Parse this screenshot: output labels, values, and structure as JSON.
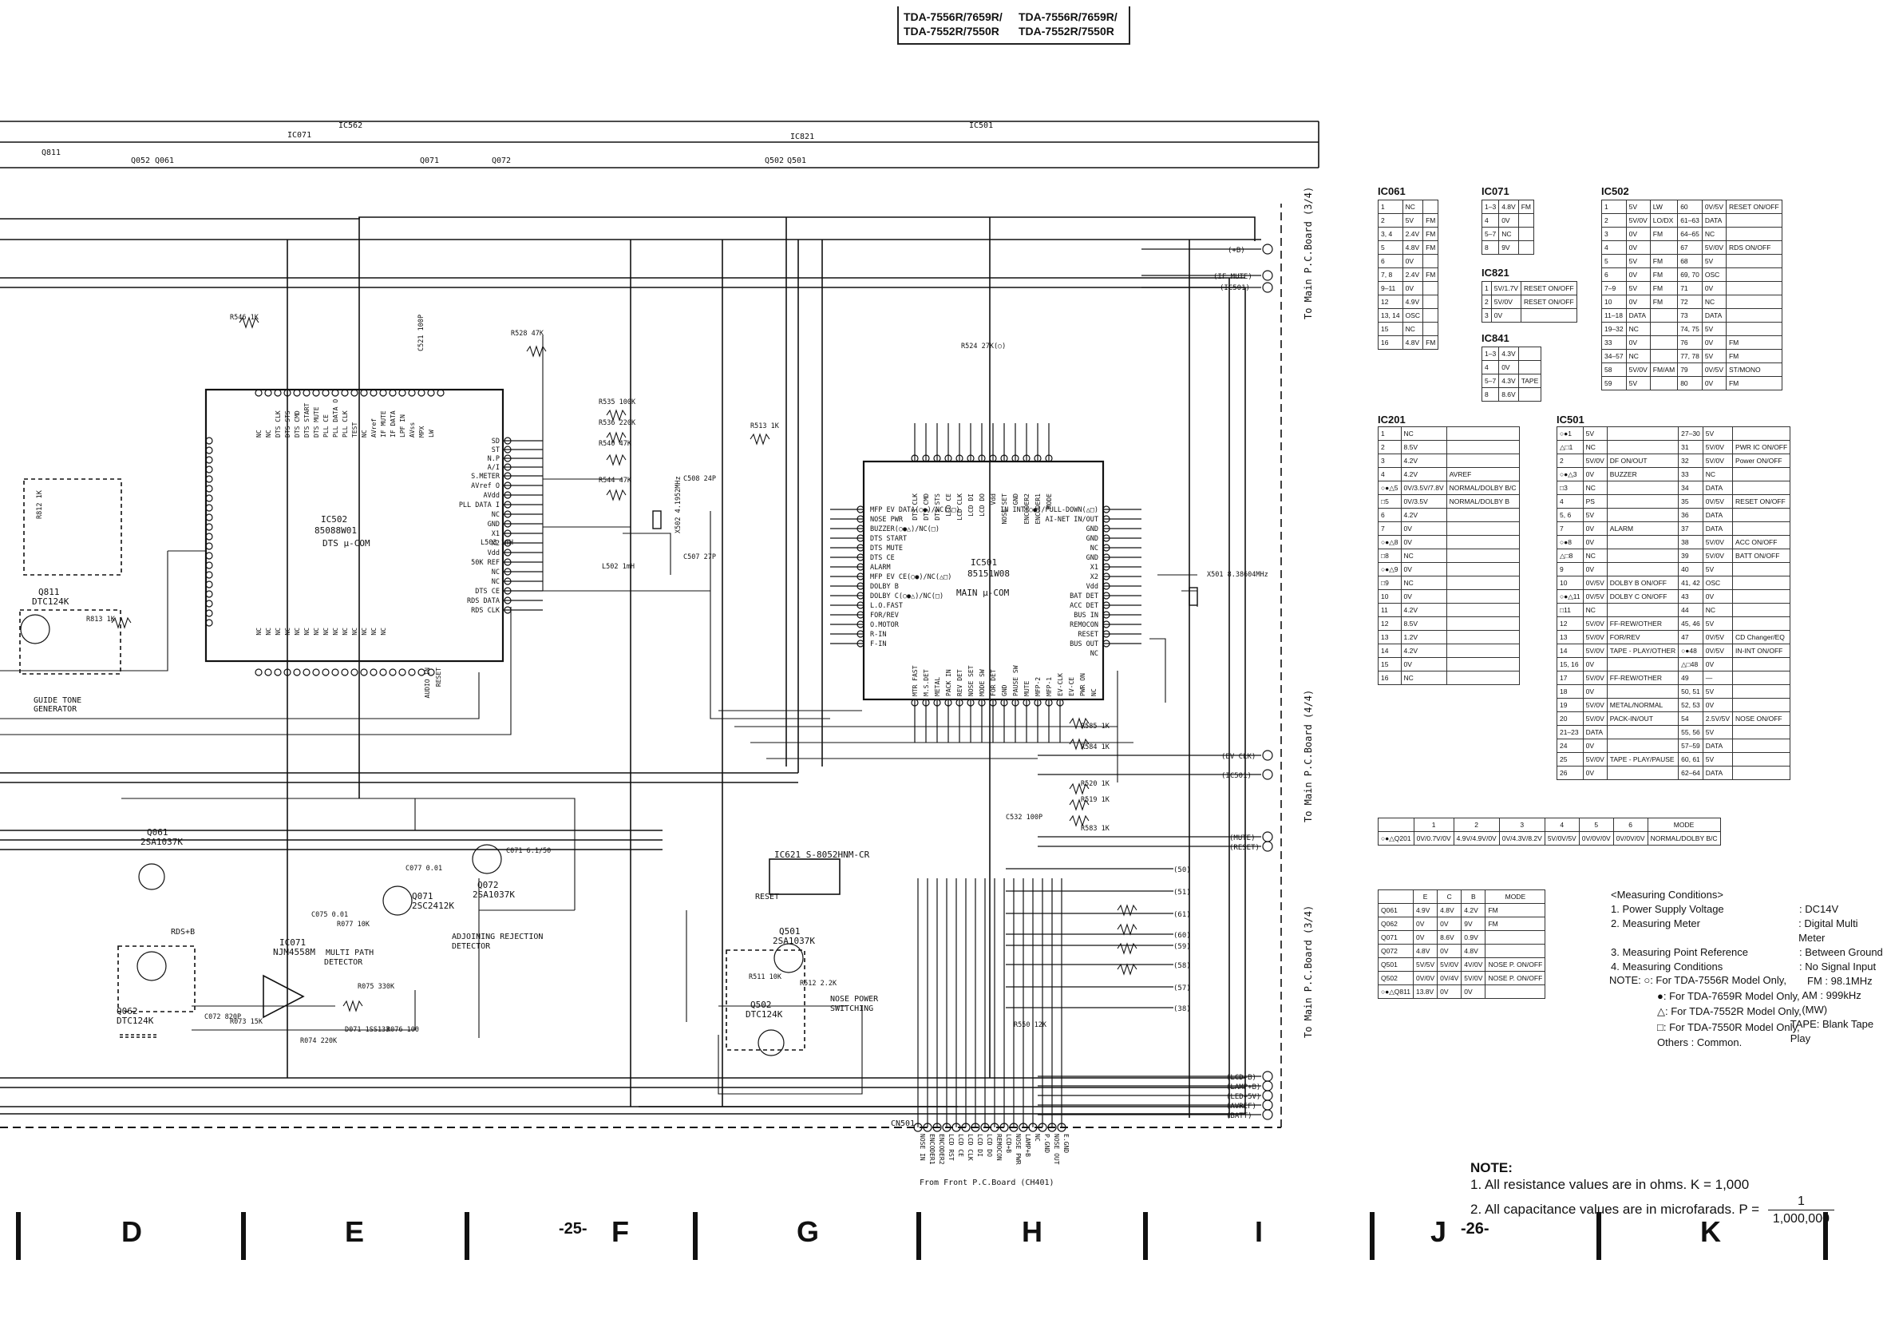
{
  "header": {
    "models_left": [
      "TDA-7556R/7659R/",
      "TDA-7552R/7550R"
    ],
    "models_right": [
      "TDA-7556R/7659R/",
      "TDA-7552R/7550R"
    ]
  },
  "schematic": {
    "ic_labels": {
      "ic502": [
        "IC502",
        "85088W01",
        "DTS μ-COM"
      ],
      "ic501": [
        "IC501",
        "85151W08",
        "MAIN μ-COM"
      ],
      "ic621": "IC621 S-8052HNM-CR",
      "ic071": [
        "IC071",
        "NJM4558M"
      ],
      "q811": [
        "Q811",
        "DTC124K"
      ],
      "q061": [
        "Q061",
        "2SA1037K"
      ],
      "q062": [
        "Q062",
        "DTC124K"
      ],
      "q071": [
        "Q071",
        "2SC2412K"
      ],
      "q072": [
        "Q072",
        "2SA1037K"
      ],
      "q501": [
        "Q501",
        "2SA1037K"
      ],
      "q502": [
        "Q502",
        "DTC124K"
      ],
      "cn501": "CN501"
    },
    "boxes": {
      "guide_tone": [
        "GUIDE TONE",
        "GENERATOR"
      ],
      "adjoining": [
        "ADJOINING REJECTION",
        "DETECTOR"
      ],
      "multipath": [
        "MULTI PATH",
        "DETECTOR"
      ],
      "nose_power": [
        "NOSE POWER",
        "SWITCHING"
      ],
      "reset": "RESET",
      "rds_b": "RDS+B"
    },
    "top_refs": [
      "IC562",
      "IC821",
      "IC501",
      "IC071",
      "Q811",
      "Q052",
      "Q061",
      "Q071",
      "Q072",
      "Q502",
      "Q501"
    ],
    "ic502_pins_right": [
      "SD",
      "ST",
      "N.P",
      "A/I",
      "S.METER",
      "AVref O",
      "AVdd",
      "PLL DATA I",
      "NC",
      "GND",
      "X1",
      "X2",
      "Vdd",
      "50K REF",
      "NC",
      "NC",
      "DTS CE",
      "RDS DATA",
      "RDS CLK"
    ],
    "ic502_pins_top": [
      "NC",
      "NC",
      "DTS CLK",
      "DTS STS",
      "DTS CMD",
      "DTS START",
      "DTS MUTE",
      "PLL CE",
      "PLL DATA O",
      "PLL CLK",
      "TEST",
      "NC",
      "AVref",
      "IF MUTE",
      "IF DATA",
      "LPF IN",
      "AVss",
      "MPX",
      "LW"
    ],
    "ic502_pins_bottom": [
      "NC",
      "NC",
      "NC",
      "NC",
      "NC",
      "NC",
      "NC",
      "NC",
      "NC",
      "NC",
      "NC",
      "NC",
      "NC",
      "NC",
      "AUDIO IN",
      "RESET"
    ],
    "ic501_pins_left": [
      "MFP EV DATA(○●)/NC(△□)",
      "NOSE PWR",
      "BUZZER(○●△)/NC(□)",
      "DTS START",
      "DTS MUTE",
      "DTS CE",
      "ALARM",
      "MFP EV CE(○●)/NC(△□)",
      "DOLBY B",
      "DOLBY C(○●△)/NC(□)",
      "L.O.FAST",
      "FOR/REV",
      "O.MOTOR",
      "R-IN",
      "F-IN"
    ],
    "ic501_pins_right": [
      "IN INT(○●)/PULL-DOWN(△□)",
      "AI-NET IN/OUT",
      "GND",
      "GND",
      "NC",
      "GND",
      "X1",
      "X2",
      "Vdd",
      "BAT DET",
      "ACC DET",
      "BUS IN",
      "REMOCON",
      "RESET",
      "BUS OUT",
      "NC"
    ],
    "ic501_pins_top": [
      "DTS CLK",
      "DTS CMD",
      "DTS STS",
      "LCD CE",
      "LCD CLK",
      "LCD DI",
      "LCD DO",
      "Vdd",
      "NOSE SET",
      "GND",
      "ENCODER2",
      "ENCODER1",
      "MODE"
    ],
    "ic501_pins_bottom": [
      "MTR FAST",
      "M.S.DET",
      "METAL",
      "PACK IN",
      "REV DET",
      "NOSE SET",
      "MODE SW",
      "FOR DET",
      "GND",
      "PAUSE SW",
      "MUTE",
      "MFP-2",
      "MFP-1",
      "EV-CLK",
      "EV-CE",
      "PWR ON",
      "NC"
    ],
    "cn501_pins": [
      "NOSE IN",
      "ENCODER1",
      "ENCODER2",
      "LCD RST",
      "LCD CE",
      "LCD CLK",
      "LCD DI",
      "LCD DO",
      "REMOCON",
      "LCD+B",
      "NOSE PWR",
      "LAMP+B",
      "NC",
      "P.GND",
      "NOSE OUT",
      "E.GND"
    ],
    "right_connectors": {
      "group1": [
        "(+B)",
        "(IF MUTE)",
        "(IC501)"
      ],
      "group2": [
        "(EV CLK)",
        "(IC501)"
      ],
      "group3": [
        "(MUTE)",
        "(RESET)"
      ],
      "group4": [
        "(50)",
        "(51)",
        "(61)",
        "(60)",
        "(59)",
        "(58)",
        "(57)",
        "(38)"
      ],
      "group5": [
        "(LCD+B)",
        "(LAMP+B)",
        "(LED+5V)",
        "(AVREF)",
        "(BATT)"
      ]
    },
    "side_labels": [
      "To Main P.C.Board (3/4)",
      "To Main P.C.Board (4/4)",
      "To Main P.C.Board (3/4)"
    ],
    "bottom_label": "From Front P.C.Board (CH401)",
    "resistors_misc": [
      "R546 1K",
      "R528 47K",
      "R535 100K",
      "R536 220K",
      "R540 47K",
      "R544 47K",
      "R513 1K",
      "C508 24P",
      "X502 4.1952MHz",
      "C507 27P",
      "L502 1mH",
      "L503 1mH",
      "R524 27K(○)",
      "X501 8.38604MHz",
      "C532 100P",
      "R585 1K",
      "R584 1K",
      "R520 1K",
      "R519 1K",
      "R583 1K",
      "C532 100P",
      "R550 12K",
      "C071 6.1/50",
      "C077 0.01",
      "C075 0.01",
      "R077 10K",
      "R075 330K",
      "D071 1SS133",
      "R076 100",
      "R074 220K",
      "C072 820P",
      "R073 15K",
      "R511 10K",
      "R512 2.2K",
      "C521 100P",
      "R813 1K",
      "R812 1K"
    ]
  },
  "tables": {
    "ic061": {
      "title": "IC061",
      "rows": [
        [
          "1",
          "NC",
          ""
        ],
        [
          "2",
          "5V",
          "FM"
        ],
        [
          "3, 4",
          "2.4V",
          "FM"
        ],
        [
          "5",
          "4.8V",
          "FM"
        ],
        [
          "6",
          "0V",
          ""
        ],
        [
          "7, 8",
          "2.4V",
          "FM"
        ],
        [
          "9–11",
          "0V",
          ""
        ],
        [
          "12",
          "4.9V",
          ""
        ],
        [
          "13, 14",
          "OSC",
          ""
        ],
        [
          "15",
          "NC",
          ""
        ],
        [
          "16",
          "4.8V",
          "FM"
        ]
      ]
    },
    "ic071": {
      "title": "IC071",
      "rows": [
        [
          "1–3",
          "4.8V",
          "FM"
        ],
        [
          "4",
          "0V",
          ""
        ],
        [
          "5–7",
          "NC",
          ""
        ],
        [
          "8",
          "9V",
          ""
        ]
      ]
    },
    "ic821": {
      "title": "IC821",
      "rows": [
        [
          "1",
          "5V/1.7V",
          "RESET ON/OFF"
        ],
        [
          "2",
          "5V/0V",
          "RESET ON/OFF"
        ],
        [
          "3",
          "0V",
          ""
        ]
      ]
    },
    "ic841": {
      "title": "IC841",
      "rows": [
        [
          "1–3",
          "4.3V",
          ""
        ],
        [
          "4",
          "0V",
          ""
        ],
        [
          "5–7",
          "4.3V",
          "TAPE"
        ],
        [
          "8",
          "8.6V",
          ""
        ]
      ]
    },
    "ic502t": {
      "title": "IC502",
      "rows": [
        [
          "1",
          "5V",
          "LW",
          "60",
          "0V/5V",
          "RESET ON/OFF"
        ],
        [
          "2",
          "5V/0V",
          "LO/DX",
          "61–63",
          "DATA",
          ""
        ],
        [
          "3",
          "0V",
          "FM",
          "64–65",
          "NC",
          ""
        ],
        [
          "4",
          "0V",
          "",
          "67",
          "5V/0V",
          "RDS ON/OFF"
        ],
        [
          "5",
          "5V",
          "FM",
          "68",
          "5V",
          ""
        ],
        [
          "6",
          "0V",
          "FM",
          "69, 70",
          "OSC",
          ""
        ],
        [
          "7–9",
          "5V",
          "FM",
          "71",
          "0V",
          ""
        ],
        [
          "10",
          "0V",
          "FM",
          "72",
          "NC",
          ""
        ],
        [
          "11–18",
          "DATA",
          "",
          "73",
          "DATA",
          ""
        ],
        [
          "19–32",
          "NC",
          "",
          "74, 75",
          "5V",
          ""
        ],
        [
          "33",
          "0V",
          "",
          "76",
          "0V",
          "FM"
        ],
        [
          "34–57",
          "NC",
          "",
          "77, 78",
          "5V",
          "FM"
        ],
        [
          "58",
          "5V/0V",
          "FM/AM",
          "79",
          "0V/5V",
          "ST/MONO"
        ],
        [
          "59",
          "5V",
          "",
          "80",
          "0V",
          "FM"
        ]
      ]
    },
    "ic201": {
      "title": "IC201",
      "rows": [
        [
          "1",
          "NC",
          ""
        ],
        [
          "2",
          "8.5V",
          ""
        ],
        [
          "3",
          "4.2V",
          ""
        ],
        [
          "4",
          "4.2V",
          "AVREF"
        ],
        [
          "○●△5",
          "0V/3.5V/7.8V",
          "NORMAL/DOLBY B/C"
        ],
        [
          "□5",
          "0V/3.5V",
          "NORMAL/DOLBY B"
        ],
        [
          "6",
          "4.2V",
          ""
        ],
        [
          "7",
          "0V",
          ""
        ],
        [
          "○●△8",
          "0V",
          ""
        ],
        [
          "□8",
          "NC",
          ""
        ],
        [
          "○●△9",
          "0V",
          ""
        ],
        [
          "□9",
          "NC",
          ""
        ],
        [
          "10",
          "0V",
          ""
        ],
        [
          "11",
          "4.2V",
          ""
        ],
        [
          "12",
          "8.5V",
          ""
        ],
        [
          "13",
          "1.2V",
          ""
        ],
        [
          "14",
          "4.2V",
          ""
        ],
        [
          "15",
          "0V",
          ""
        ],
        [
          "16",
          "NC",
          ""
        ]
      ]
    },
    "ic501t": {
      "title": "IC501",
      "rows": [
        [
          "○●1",
          "5V",
          "",
          "27–30",
          "5V",
          ""
        ],
        [
          "△□1",
          "NC",
          "",
          "31",
          "5V/0V",
          "PWR IC ON/OFF"
        ],
        [
          "2",
          "5V/0V",
          "DF ON/OUT",
          "32",
          "5V/0V",
          "Power ON/OFF"
        ],
        [
          "○●△3",
          "0V",
          "BUZZER",
          "33",
          "NC",
          ""
        ],
        [
          "□3",
          "NC",
          "",
          "34",
          "DATA",
          ""
        ],
        [
          "4",
          "PS",
          "",
          "35",
          "0V/5V",
          "RESET ON/OFF"
        ],
        [
          "5, 6",
          "5V",
          "",
          "36",
          "DATA",
          ""
        ],
        [
          "7",
          "0V",
          "ALARM",
          "37",
          "DATA",
          ""
        ],
        [
          "○●8",
          "0V",
          "",
          "38",
          "5V/0V",
          "ACC ON/OFF"
        ],
        [
          "△□8",
          "NC",
          "",
          "39",
          "5V/0V",
          "BATT ON/OFF"
        ],
        [
          "9",
          "0V",
          "",
          "40",
          "5V",
          ""
        ],
        [
          "10",
          "0V/5V",
          "DOLBY B ON/OFF",
          "41, 42",
          "OSC",
          ""
        ],
        [
          "○●△11",
          "0V/5V",
          "DOLBY C ON/OFF",
          "43",
          "0V",
          ""
        ],
        [
          "□11",
          "NC",
          "",
          "44",
          "NC",
          ""
        ],
        [
          "12",
          "5V/0V",
          "FF-REW/OTHER",
          "45, 46",
          "5V",
          ""
        ],
        [
          "13",
          "5V/0V",
          "FOR/REV",
          "47",
          "0V/5V",
          "CD Changer/EQ"
        ],
        [
          "14",
          "5V/0V",
          "TAPE - PLAY/OTHER",
          "○●48",
          "0V/5V",
          "IN-INT ON/OFF"
        ],
        [
          "15, 16",
          "0V",
          "",
          "△□48",
          "0V",
          ""
        ],
        [
          "17",
          "5V/0V",
          "FF-REW/OTHER",
          "49",
          "—",
          ""
        ],
        [
          "18",
          "0V",
          "",
          "50, 51",
          "5V",
          ""
        ],
        [
          "19",
          "5V/0V",
          "METAL/NORMAL",
          "52, 53",
          "0V",
          ""
        ],
        [
          "20",
          "5V/0V",
          "PACK-IN/OUT",
          "54",
          "2.5V/5V",
          "NOSE ON/OFF"
        ],
        [
          "21–23",
          "DATA",
          "",
          "55, 56",
          "5V",
          ""
        ],
        [
          "24",
          "0V",
          "",
          "57–59",
          "DATA",
          ""
        ],
        [
          "25",
          "5V/0V",
          "TAPE - PLAY/PAUSE",
          "60, 61",
          "5V",
          ""
        ],
        [
          "26",
          "0V",
          "",
          "62–64",
          "DATA",
          ""
        ]
      ]
    },
    "q201": {
      "header": [
        "",
        "1",
        "2",
        "3",
        "4",
        "5",
        "6",
        "MODE"
      ],
      "rows": [
        [
          "○●△Q201",
          "0V/0.7V/0V",
          "4.9V/4.9V/0V",
          "0V/4.3V/8.2V",
          "5V/0V/5V",
          "0V/0V/0V",
          "0V/0V/0V",
          "NORMAL/DOLBY B/C"
        ]
      ]
    },
    "transistors": {
      "header": [
        "",
        "E",
        "C",
        "B",
        "MODE"
      ],
      "rows": [
        [
          "Q061",
          "4.9V",
          "4.8V",
          "4.2V",
          "FM"
        ],
        [
          "Q062",
          "0V",
          "0V",
          "9V",
          "FM"
        ],
        [
          "Q071",
          "0V",
          "8.6V",
          "0.9V",
          ""
        ],
        [
          "Q072",
          "4.8V",
          "0V",
          "4.8V",
          ""
        ],
        [
          "Q501",
          "5V/5V",
          "5V/0V",
          "4V/0V",
          "NOSE P. ON/OFF"
        ],
        [
          "Q502",
          "0V/0V",
          "0V/4V",
          "5V/0V",
          "NOSE P. ON/OFF"
        ],
        [
          "○●△Q811",
          "13.8V",
          "0V",
          "0V",
          ""
        ]
      ]
    }
  },
  "measuring": {
    "title": "<Measuring Conditions>",
    "items": [
      [
        "1. Power Supply Voltage",
        ": DC14V"
      ],
      [
        "2. Measuring Meter",
        ": Digital Multi Meter"
      ],
      [
        "3. Measuring Point Reference",
        ": Between Ground"
      ],
      [
        "4. Measuring Conditions",
        ": No Signal Input"
      ],
      [
        "",
        "FM : 98.1MHz"
      ],
      [
        "",
        "AM : 999kHz (MW)"
      ],
      [
        "",
        "TAPE: Blank Tape Play"
      ]
    ]
  },
  "model_note": {
    "lead": "NOTE: ○: For TDA-7556R Model Only,",
    "lines": [
      "●: For TDA-7659R Model Only,",
      "△: For TDA-7552R Model Only,",
      "□: For TDA-7550R Model Only,",
      "Others : Common."
    ]
  },
  "note": {
    "title": "NOTE:",
    "line1": "1.  All resistance values are in ohms.  K = 1,000",
    "line2": "2.  All capacitance values are in microfarads.  P =",
    "frac_num": "1",
    "frac_den": "1,000,000"
  },
  "footer": {
    "letters": [
      "D",
      "E",
      "F",
      "G",
      "H",
      "I",
      "J",
      "K"
    ],
    "page_left": "-25-",
    "page_right": "-26-"
  }
}
